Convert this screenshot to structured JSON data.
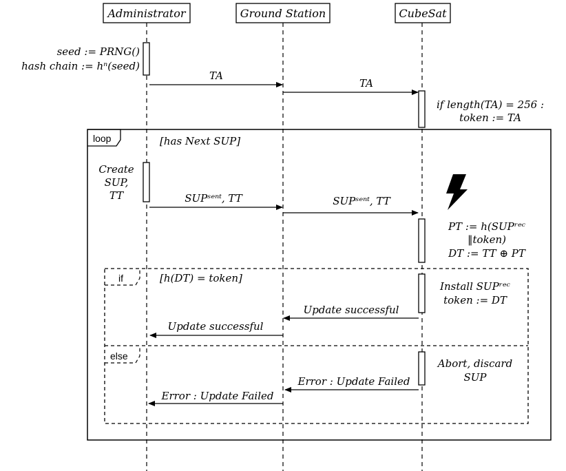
{
  "participants": [
    {
      "id": "admin",
      "label": "Administrator"
    },
    {
      "id": "gs",
      "label": "Ground Station"
    },
    {
      "id": "cubesat",
      "label": "CubeSat"
    }
  ],
  "notes": {
    "admin_init_1": "seed := PRNG()",
    "admin_init_2": "hash chain := hⁿ(seed)",
    "cubesat_check_1": "if length(TA) = 256 :",
    "cubesat_check_2": "token := TA",
    "create_1": "Create",
    "create_2": "SUP,",
    "create_3": "TT",
    "compute_1": "PT := h(SUPʳᵉᶜ",
    "compute_2": "‖token)",
    "compute_3": "DT := TT ⊕ PT",
    "install_1": "Install SUPʳᵉᶜ",
    "install_2": "token := DT",
    "abort_1": "Abort, discard",
    "abort_2": "SUP"
  },
  "messages": {
    "ta_1": "TA",
    "ta_2": "TA",
    "sup_1": "SUPˢᵉⁿᵗ, TT",
    "sup_2": "SUPˢᵉⁿᵗ, TT",
    "success_1": "Update successful",
    "success_2": "Update successful",
    "error_1": "Error : Update Failed",
    "error_2": "Error : Update Failed"
  },
  "fragments": {
    "loop_label": "loop",
    "loop_guard": "[has Next SUP]",
    "if_label": "if",
    "if_guard": "[h(DT) = token]",
    "else_label": "else"
  },
  "icons": {
    "attack": "lightning-bolt-icon"
  }
}
